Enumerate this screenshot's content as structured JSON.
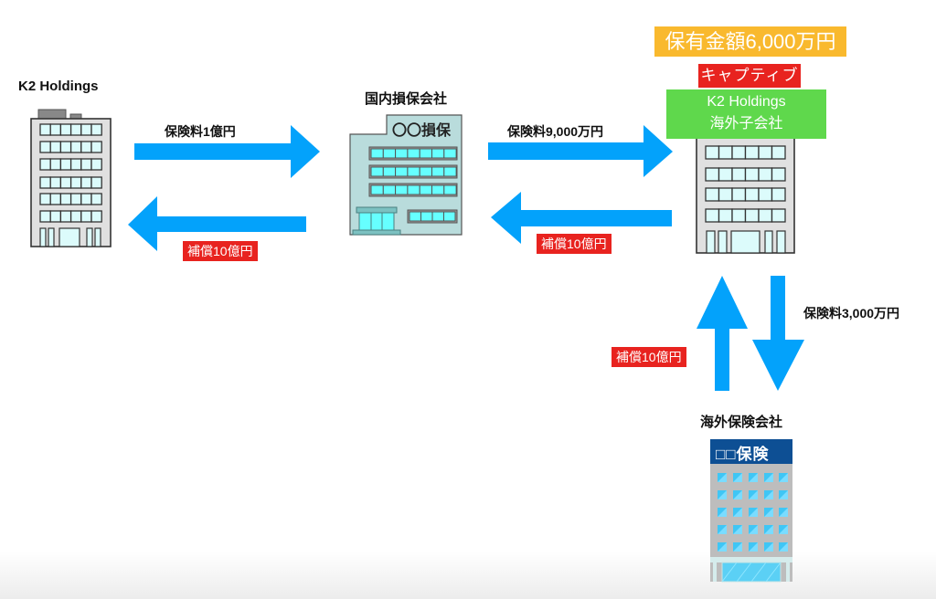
{
  "entities": {
    "k2": {
      "title": "K2 Holdings"
    },
    "domestic": {
      "title": "国内損保会社",
      "sign": "〇〇損保"
    },
    "captive": {
      "retention": "保有金額6,000万円",
      "badge": "キャプティブ",
      "name_line1": "K2 Holdings",
      "name_line2": "海外子会社"
    },
    "overseas": {
      "title": "海外保険会社",
      "sign": "□□保険"
    }
  },
  "flows": {
    "k2_to_domestic": {
      "label": "保険料1億円",
      "direction": "right"
    },
    "domestic_to_k2": {
      "label": "補償10億円",
      "direction": "left"
    },
    "domestic_to_captive": {
      "label": "保険料9,000万円",
      "direction": "right"
    },
    "captive_to_domestic": {
      "label": "補償10億円",
      "direction": "left"
    },
    "captive_to_overseas": {
      "label": "保険料3,000万円",
      "direction": "down"
    },
    "overseas_to_captive": {
      "label": "補償10億円",
      "direction": "up"
    }
  },
  "colors": {
    "arrow": "#03a2fb",
    "compensation_tag": "#e8231f",
    "retention_tag": "#f9b92e",
    "captive_name_box": "#5fd84c",
    "overseas_sign": "#0d4f94"
  }
}
